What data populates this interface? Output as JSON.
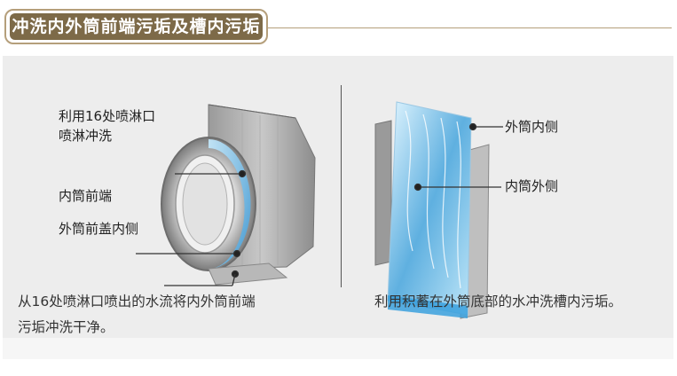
{
  "header": {
    "title": "冲洗内外筒前端污垢及槽内污垢"
  },
  "left": {
    "callouts": {
      "spray_line1": "利用16处喷淋口",
      "spray_line2": "喷淋冲洗",
      "inner_front": "内筒前端",
      "outer_cover": "外筒前盖内侧"
    },
    "caption_line1": "从16处喷淋口喷出的水流将内外筒前端",
    "caption_line2": "污垢冲洗干净。"
  },
  "right": {
    "callouts": {
      "outer_inner": "外筒内侧",
      "outer_outer": "内筒外侧"
    },
    "caption": "利用积蓄在外筒底部的水冲洗槽内污垢。"
  },
  "colors": {
    "title_bg": "#7d6a48",
    "title_border": "#b59f7b",
    "panel_bg": "#ededed",
    "water": "#5fb0e0"
  }
}
